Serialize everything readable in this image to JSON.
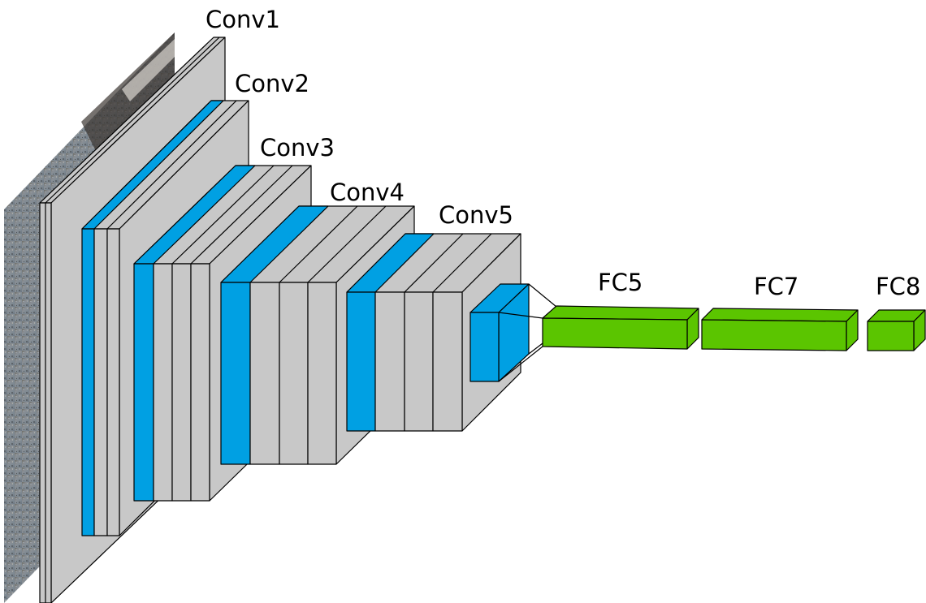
{
  "labels": {
    "conv1": "Conv1",
    "conv2": "Conv2",
    "conv3": "Conv3",
    "conv4": "Conv4",
    "conv5": "Conv5",
    "fc5": "FC5",
    "fc7": "FC7",
    "fc8": "FC8"
  },
  "colors": {
    "conv_layer": "#c8c8c8",
    "highlight": "#00a0e3",
    "fully_connected": "#5bc500"
  },
  "input_image": "photo-texture"
}
